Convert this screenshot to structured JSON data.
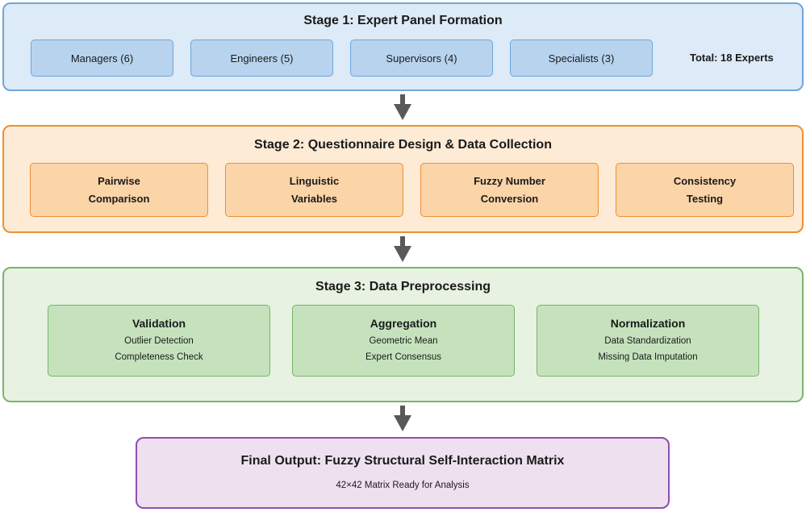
{
  "stage1": {
    "title": "Stage 1: Expert Panel Formation",
    "boxes": [
      "Managers (6)",
      "Engineers (5)",
      "Supervisors (4)",
      "Specialists (3)"
    ],
    "total": "Total: 18 Experts"
  },
  "stage2": {
    "title": "Stage 2: Questionnaire Design & Data Collection",
    "boxes": [
      "Pairwise\nComparison",
      "Linguistic\nVariables",
      "Fuzzy Number\nConversion",
      "Consistency\nTesting"
    ]
  },
  "stage3": {
    "title": "Stage 3: Data Preprocessing",
    "boxes": [
      {
        "title": "Validation",
        "lines": [
          "Outlier Detection",
          "Completeness Check"
        ]
      },
      {
        "title": "Aggregation",
        "lines": [
          "Geometric Mean",
          "Expert Consensus"
        ]
      },
      {
        "title": "Normalization",
        "lines": [
          "Data Standardization",
          "Missing Data Imputation"
        ]
      }
    ]
  },
  "final": {
    "title": "Final Output: Fuzzy Structural Self-Interaction Matrix",
    "subtitle": "42×42 Matrix Ready for Analysis"
  },
  "colors": {
    "stage1_fill": "#ddeaf7",
    "stage1_border": "#6fa6db",
    "stage2_fill": "#fdebd6",
    "stage2_border": "#ee8f33",
    "stage3_fill": "#e7f2e2",
    "stage3_border": "#79b56a",
    "final_fill": "#efe0f0",
    "final_border": "#8d4fad",
    "arrow": "#595959"
  }
}
